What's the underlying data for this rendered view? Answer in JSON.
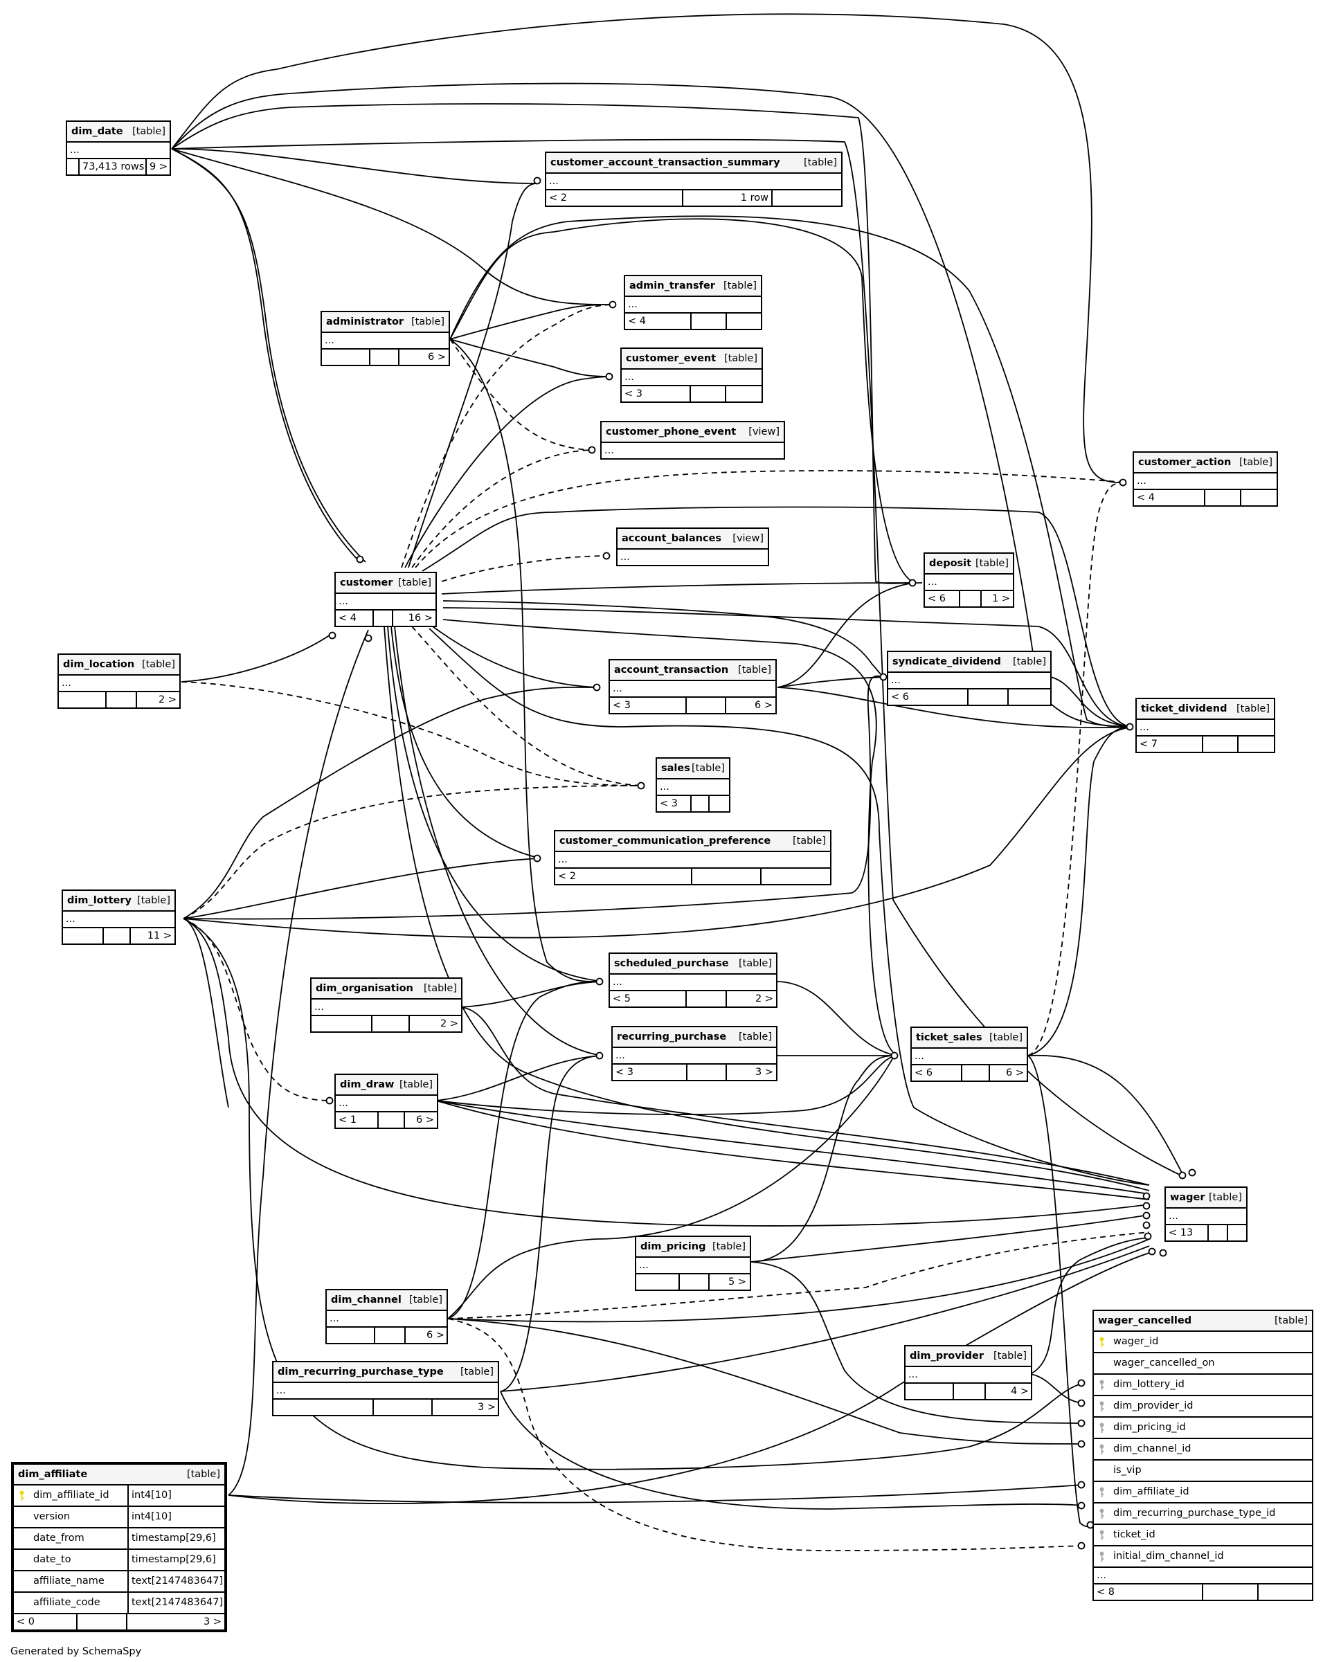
{
  "tables": {
    "dim_date": {
      "name": "dim_date",
      "kind": "[table]",
      "row": "...",
      "foot": [
        "",
        "73,413 rows",
        "9 >"
      ]
    },
    "customer_account_transaction_summary": {
      "name": "customer_account_transaction_summary",
      "kind": "[table]",
      "row": "...",
      "foot": [
        "< 2",
        "1 row",
        ""
      ]
    },
    "admin_transfer": {
      "name": "admin_transfer",
      "kind": "[table]",
      "row": "...",
      "foot": [
        "< 4",
        "",
        ""
      ]
    },
    "administrator": {
      "name": "administrator",
      "kind": "[table]",
      "row": "...",
      "foot": [
        "",
        "",
        "6 >"
      ]
    },
    "customer_event": {
      "name": "customer_event",
      "kind": "[table]",
      "row": "...",
      "foot": [
        "< 3",
        "",
        ""
      ]
    },
    "customer_phone_event": {
      "name": "customer_phone_event",
      "kind": "[view]",
      "row": "..."
    },
    "customer_action": {
      "name": "customer_action",
      "kind": "[table]",
      "row": "...",
      "foot": [
        "< 4",
        "",
        ""
      ]
    },
    "account_balances": {
      "name": "account_balances",
      "kind": "[view]",
      "row": "..."
    },
    "customer": {
      "name": "customer",
      "kind": "[table]",
      "row": "...",
      "foot": [
        "< 4",
        "",
        "16 >"
      ]
    },
    "deposit": {
      "name": "deposit",
      "kind": "[table]",
      "row": "...",
      "foot": [
        "< 6",
        "",
        "1 >"
      ]
    },
    "dim_location": {
      "name": "dim_location",
      "kind": "[table]",
      "row": "...",
      "foot": [
        "",
        "",
        "2 >"
      ]
    },
    "syndicate_dividend": {
      "name": "syndicate_dividend",
      "kind": "[table]",
      "row": "...",
      "foot": [
        "< 6",
        "",
        ""
      ]
    },
    "account_transaction": {
      "name": "account_transaction",
      "kind": "[table]",
      "row": "...",
      "foot": [
        "< 3",
        "",
        "6 >"
      ]
    },
    "ticket_dividend": {
      "name": "ticket_dividend",
      "kind": "[table]",
      "row": "...",
      "foot": [
        "< 7",
        "",
        ""
      ]
    },
    "sales": {
      "name": "sales",
      "kind": "[table]",
      "row": "...",
      "foot": [
        "< 3",
        "",
        ""
      ]
    },
    "customer_communication_preference": {
      "name": "customer_communication_preference",
      "kind": "[table]",
      "row": "...",
      "foot": [
        "< 2",
        "",
        ""
      ]
    },
    "dim_lottery": {
      "name": "dim_lottery",
      "kind": "[table]",
      "row": "...",
      "foot": [
        "",
        "",
        "11 >"
      ]
    },
    "scheduled_purchase": {
      "name": "scheduled_purchase",
      "kind": "[table]",
      "row": "...",
      "foot": [
        "< 5",
        "",
        "2 >"
      ]
    },
    "dim_organisation": {
      "name": "dim_organisation",
      "kind": "[table]",
      "row": "...",
      "foot": [
        "",
        "",
        "2 >"
      ]
    },
    "recurring_purchase": {
      "name": "recurring_purchase",
      "kind": "[table]",
      "row": "...",
      "foot": [
        "< 3",
        "",
        "3 >"
      ]
    },
    "ticket_sales": {
      "name": "ticket_sales",
      "kind": "[table]",
      "row": "...",
      "foot": [
        "< 6",
        "",
        "6 >"
      ]
    },
    "dim_draw": {
      "name": "dim_draw",
      "kind": "[table]",
      "row": "...",
      "foot": [
        "< 1",
        "",
        "6 >"
      ]
    },
    "wager": {
      "name": "wager",
      "kind": "[table]",
      "row": "...",
      "foot": [
        "< 13",
        "",
        ""
      ]
    },
    "dim_pricing": {
      "name": "dim_pricing",
      "kind": "[table]",
      "row": "...",
      "foot": [
        "",
        "",
        "5 >"
      ]
    },
    "dim_channel": {
      "name": "dim_channel",
      "kind": "[table]",
      "row": "...",
      "foot": [
        "",
        "",
        "6 >"
      ]
    },
    "dim_provider": {
      "name": "dim_provider",
      "kind": "[table]",
      "row": "...",
      "foot": [
        "",
        "",
        "4 >"
      ]
    },
    "dim_recurring_purchase_type": {
      "name": "dim_recurring_purchase_type",
      "kind": "[table]",
      "row": "...",
      "foot": [
        "",
        "",
        "3 >"
      ]
    }
  },
  "wager_cancelled": {
    "name": "wager_cancelled",
    "kind": "[table]",
    "columns": [
      {
        "name": "wager_id",
        "key": "pk"
      },
      {
        "name": "wager_cancelled_on",
        "key": ""
      },
      {
        "name": "dim_lottery_id",
        "key": "fk"
      },
      {
        "name": "dim_provider_id",
        "key": "fk"
      },
      {
        "name": "dim_pricing_id",
        "key": "fk"
      },
      {
        "name": "dim_channel_id",
        "key": "fk"
      },
      {
        "name": "is_vip",
        "key": ""
      },
      {
        "name": "dim_affiliate_id",
        "key": "fk"
      },
      {
        "name": "dim_recurring_purchase_type_id",
        "key": "fk"
      },
      {
        "name": "ticket_id",
        "key": "fk"
      },
      {
        "name": "initial_dim_channel_id",
        "key": "fk"
      }
    ],
    "row": "...",
    "foot": [
      "< 8",
      "",
      ""
    ]
  },
  "dim_affiliate": {
    "name": "dim_affiliate",
    "kind": "[table]",
    "columns": [
      {
        "name": "dim_affiliate_id",
        "type": "int4[10]",
        "key": "pk"
      },
      {
        "name": "version",
        "type": "int4[10]",
        "key": ""
      },
      {
        "name": "date_from",
        "type": "timestamp[29,6]",
        "key": ""
      },
      {
        "name": "date_to",
        "type": "timestamp[29,6]",
        "key": ""
      },
      {
        "name": "affiliate_name",
        "type": "text[2147483647]",
        "key": ""
      },
      {
        "name": "affiliate_code",
        "type": "text[2147483647]",
        "key": ""
      }
    ],
    "foot": [
      "< 0",
      "",
      "3 >"
    ]
  },
  "colors": {
    "pk_key": "#e8d81c",
    "fk_key": "#a8a8a8",
    "header_bg": "#f5f5f5",
    "line": "#000000"
  },
  "credit": "Generated by SchemaSpy"
}
